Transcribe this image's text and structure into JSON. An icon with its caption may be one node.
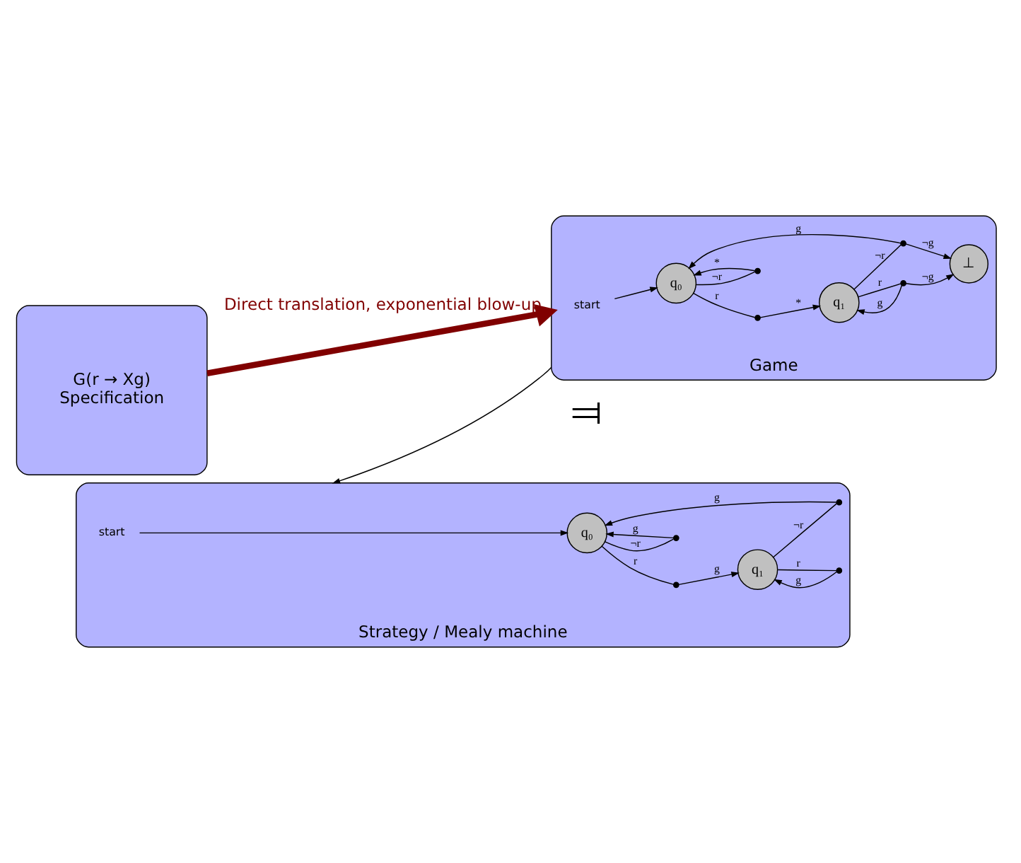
{
  "diagram": {
    "nodes": [
      {
        "text": [
          "G(r → Xg)",
          "Specification"
        ]
      },
      {
        "text": [
          "Game"
        ]
      },
      {
        "text": [
          "start"
        ],
        "in": 1
      },
      {
        "text": [
          "q₀"
        ],
        "in": 1
      },
      {
        "text": [],
        "shape": "circle",
        "in": 1
      },
      {
        "text": [],
        "shape": "circle",
        "in": 1
      },
      {
        "text": [
          "q₁"
        ],
        "in": 1
      },
      {
        "text": [],
        "shape": "circle",
        "in": 1
      },
      {
        "text": [],
        "shape": "circle",
        "in": 1
      },
      {
        "text": [
          "⊥"
        ],
        "in": 1
      },
      {
        "text": [
          "Strategy / Mealy machine"
        ]
      },
      {
        "text": [
          "start"
        ],
        "in": 10
      },
      {
        "text": [
          "q₀"
        ],
        "in": 10
      },
      {
        "text": [],
        "shape": "circle",
        "in": 10
      },
      {
        "text": [],
        "shape": "circle",
        "in": 10
      },
      {
        "text": [
          "q₁"
        ],
        "in": 10
      },
      {
        "text": [],
        "shape": "circle",
        "in": 10
      },
      {
        "text": [],
        "shape": "circle",
        "in": 10
      }
    ],
    "edges": [
      {
        "from": 0,
        "to": 1,
        "arrow": "to",
        "label": "Direct translation, exponential blow-up",
        "style": "thick",
        "color": "#800000"
      },
      {
        "from": 2,
        "to": 3,
        "arrow": "to"
      },
      {
        "from": 3,
        "to": 4,
        "arrow": "none",
        "label": "¬r"
      },
      {
        "from": 4,
        "to": 3,
        "arrow": "to",
        "label": "*"
      },
      {
        "from": 3,
        "to": 5,
        "arrow": "none",
        "label": "r"
      },
      {
        "from": 5,
        "to": 6,
        "arrow": "to",
        "label": "*"
      },
      {
        "from": 6,
        "to": 7,
        "arrow": "none",
        "label": "r"
      },
      {
        "from": 7,
        "to": 6,
        "arrow": "to",
        "label": "g"
      },
      {
        "from": 7,
        "to": 9,
        "arrow": "to",
        "label": "¬g"
      },
      {
        "from": 6,
        "to": 8,
        "arrow": "none",
        "label": "¬r"
      },
      {
        "from": 8,
        "to": 3,
        "arrow": "to",
        "label": "g"
      },
      {
        "from": 8,
        "to": 9,
        "arrow": "to",
        "label": "¬g"
      },
      {
        "from": 1,
        "to": 10,
        "arrow": "to"
      },
      {
        "from": 11,
        "to": 12,
        "arrow": "to"
      },
      {
        "from": 12,
        "to": 13,
        "arrow": "none",
        "label": "¬r"
      },
      {
        "from": 13,
        "to": 12,
        "arrow": "to",
        "label": "g"
      },
      {
        "from": 12,
        "to": 14,
        "arrow": "none",
        "label": "r"
      },
      {
        "from": 14,
        "to": 15,
        "arrow": "to",
        "label": "g"
      },
      {
        "from": 15,
        "to": 16,
        "arrow": "none",
        "label": "r"
      },
      {
        "from": 16,
        "to": 15,
        "arrow": "to",
        "label": "g"
      },
      {
        "from": 15,
        "to": 17,
        "arrow": "none",
        "label": "¬r"
      },
      {
        "from": 17,
        "to": 12,
        "arrow": "to",
        "label": "g"
      }
    ],
    "labels": [
      "⫤"
    ]
  }
}
